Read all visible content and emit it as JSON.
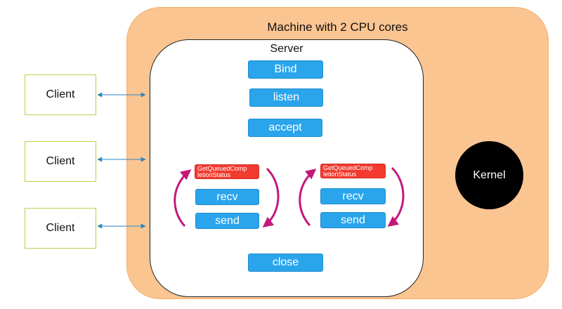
{
  "machine": {
    "title": "Machine with 2 CPU cores",
    "color": "#fbc592"
  },
  "server": {
    "title": "Server",
    "steps": {
      "bind": "Bind",
      "listen": "listen",
      "accept": "accept",
      "close": "close"
    },
    "loops": [
      {
        "gq_label": "GetQueuedComp letionStatus",
        "recv": "recv",
        "send": "send"
      },
      {
        "gq_label": "GetQueuedComp letionStatus",
        "recv": "recv",
        "send": "send"
      }
    ]
  },
  "clients": [
    "Client",
    "Client",
    "Client"
  ],
  "kernel": {
    "label": "Kernel"
  },
  "colors": {
    "button": "#2aa5ec",
    "highlight": "#f33a2e",
    "loop_arrow": "#c2187c",
    "connector": "#2e86c1",
    "client_border": "#b8d34a"
  },
  "icons": {
    "connector": "double-headed-arrow",
    "loop": "curved-loop-arrow"
  }
}
